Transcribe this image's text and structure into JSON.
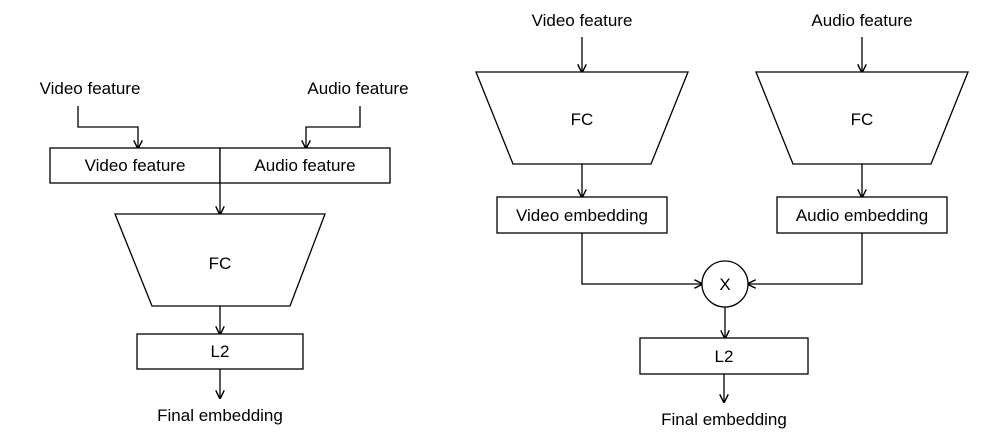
{
  "left_diagram": {
    "input_video_label": "Video feature",
    "input_audio_label": "Audio feature",
    "concat_video_label": "Video feature",
    "concat_audio_label": "Audio feature",
    "fc_label": "FC",
    "l2_label": "L2",
    "output_label": "Final embedding"
  },
  "right_diagram": {
    "input_video_label": "Video feature",
    "input_audio_label": "Audio feature",
    "fc_video_label": "FC",
    "fc_audio_label": "FC",
    "video_embedding_label": "Video embedding",
    "audio_embedding_label": "Audio embedding",
    "multiply_label": "X",
    "l2_label": "L2",
    "output_label": "Final embedding"
  },
  "colors": {
    "stroke": "#000000",
    "background": "#ffffff"
  }
}
